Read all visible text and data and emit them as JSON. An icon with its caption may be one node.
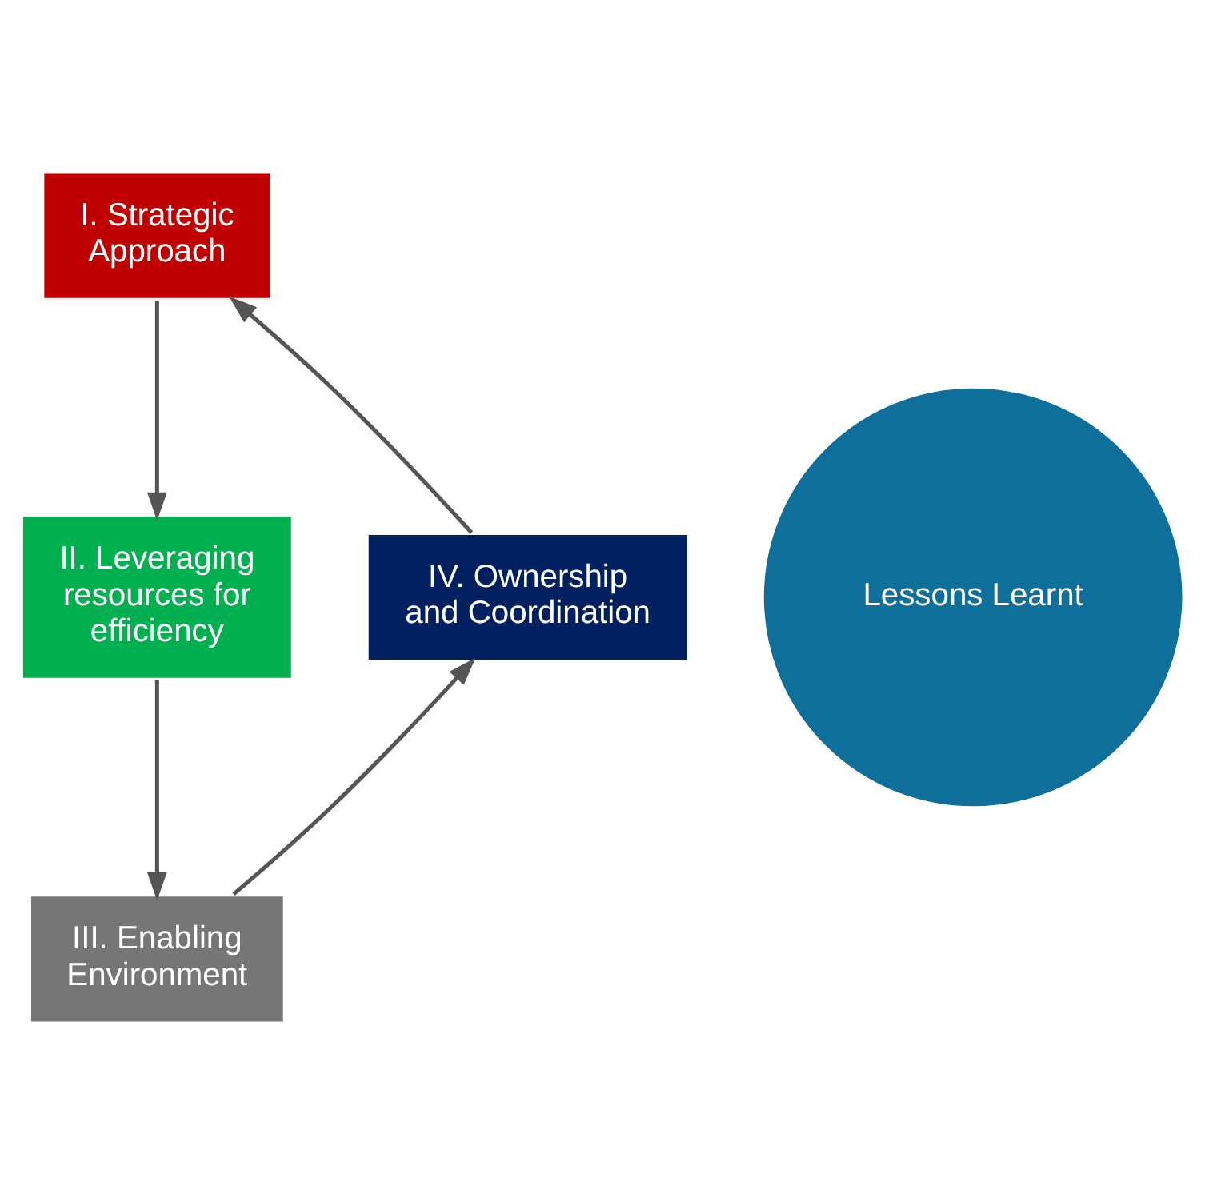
{
  "diagram": {
    "nodes": [
      {
        "text": [
          "I. Strategic Approach"
        ]
      },
      {
        "text": [
          "IV. Ownership and Coordination"
        ]
      },
      {
        "text": [
          "Lessons Learnt"
        ]
      },
      {
        "text": [
          "II. Leveraging resources for efficiency"
        ]
      },
      {
        "text": [
          "III. Enabling Environment"
        ]
      }
    ],
    "edges": [
      {
        "from": 0,
        "to": 3,
        "arrow": "to"
      },
      {
        "from": 3,
        "to": 4,
        "arrow": "to"
      },
      {
        "from": 4,
        "to": 1,
        "arrow": "to"
      },
      {
        "from": 1,
        "to": 0,
        "arrow": "to"
      }
    ]
  }
}
